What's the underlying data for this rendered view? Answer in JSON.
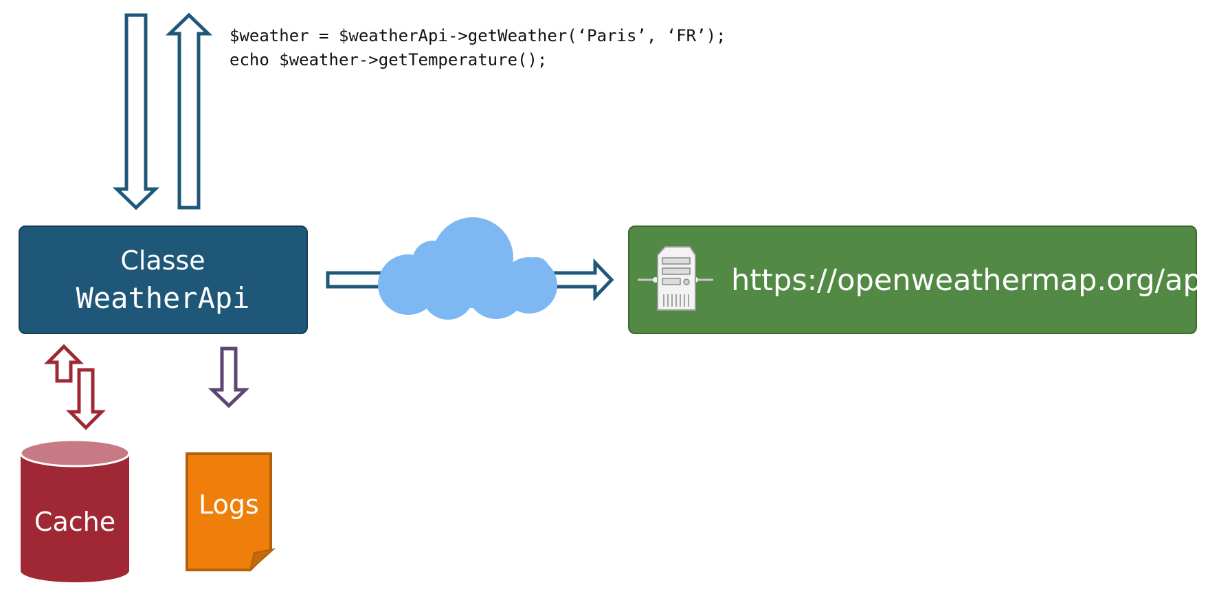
{
  "code": {
    "line1": "$weather = $weatherApi->getWeather(‘Paris’, ‘FR’);",
    "line2": "echo $weather->getTemperature();"
  },
  "class_box": {
    "title": "Classe",
    "name": "WeatherApi",
    "fill": "#1f5778"
  },
  "api_box": {
    "url": "https://openweathermap.org/api",
    "fill": "#528945",
    "icon": "server-icon"
  },
  "cloud": {
    "icon": "cloud-icon",
    "fill": "#7db8f2"
  },
  "cache": {
    "label": "Cache",
    "fill": "#a02734",
    "top_fill": "#c77a84"
  },
  "logs": {
    "label": "Logs",
    "fill": "#ef7f0a",
    "stroke": "#b2600a"
  },
  "colors": {
    "flow_arrow": "#1f5778",
    "cache_arrow": "#a02734",
    "logs_arrow": "#5e4473"
  }
}
